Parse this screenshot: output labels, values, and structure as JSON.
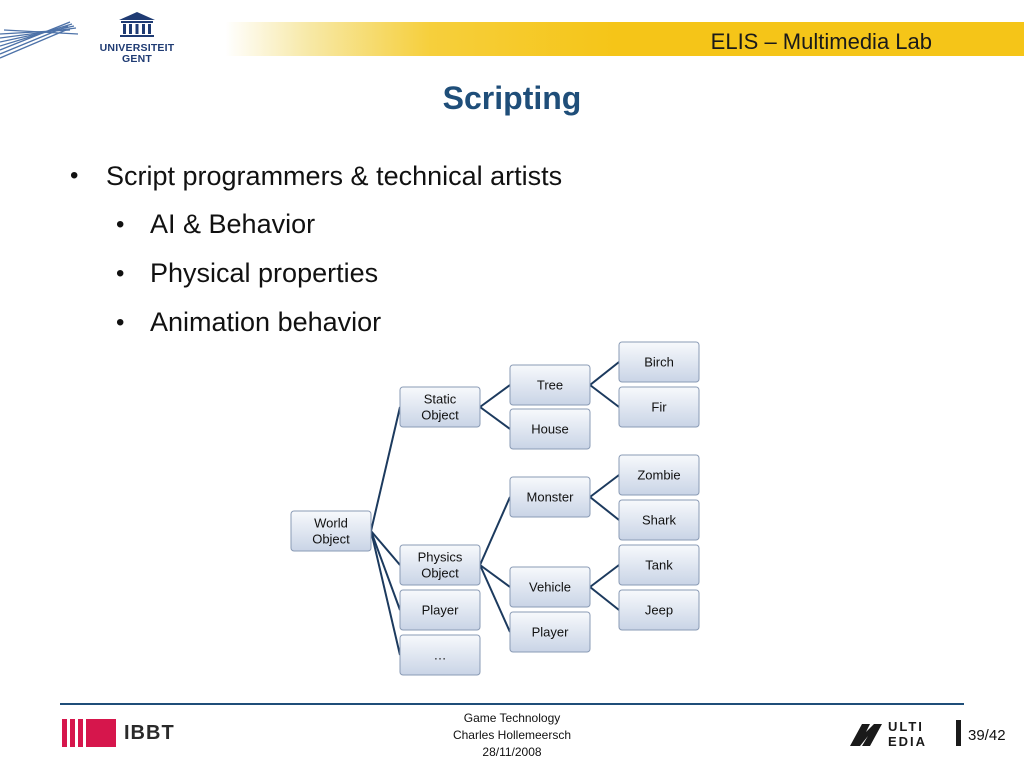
{
  "header": {
    "lab": "ELIS – Multimedia Lab",
    "logo_line1": "UNIVERSITEIT",
    "logo_line2": "GENT"
  },
  "slide": {
    "title": "Scripting",
    "bullets": [
      {
        "level": 1,
        "text": "Script programmers & technical artists"
      },
      {
        "level": 2,
        "text": "AI & Behavior"
      },
      {
        "level": 2,
        "text": "Physical properties"
      },
      {
        "level": 2,
        "text": "Animation behavior"
      }
    ]
  },
  "tree": {
    "nodes": {
      "world": "World Object",
      "static": "Static Object",
      "physics": "Physics Object",
      "player1": "Player",
      "ellipsis": "…",
      "tree": "Tree",
      "house": "House",
      "monster": "Monster",
      "vehicle": "Vehicle",
      "player2": "Player",
      "birch": "Birch",
      "fir": "Fir",
      "zombie": "Zombie",
      "shark": "Shark",
      "tank": "Tank",
      "jeep": "Jeep"
    }
  },
  "footer": {
    "line1": "Game Technology",
    "line2": "Charles Hollemeersch",
    "line3": "28/11/2008",
    "ibbt": "IBBT",
    "page": "39/42"
  },
  "colors": {
    "title": "#1f4e79",
    "header_yellow": "#f5c518",
    "ibbt_red": "#d6164c",
    "edge": "#1c3a5e"
  }
}
